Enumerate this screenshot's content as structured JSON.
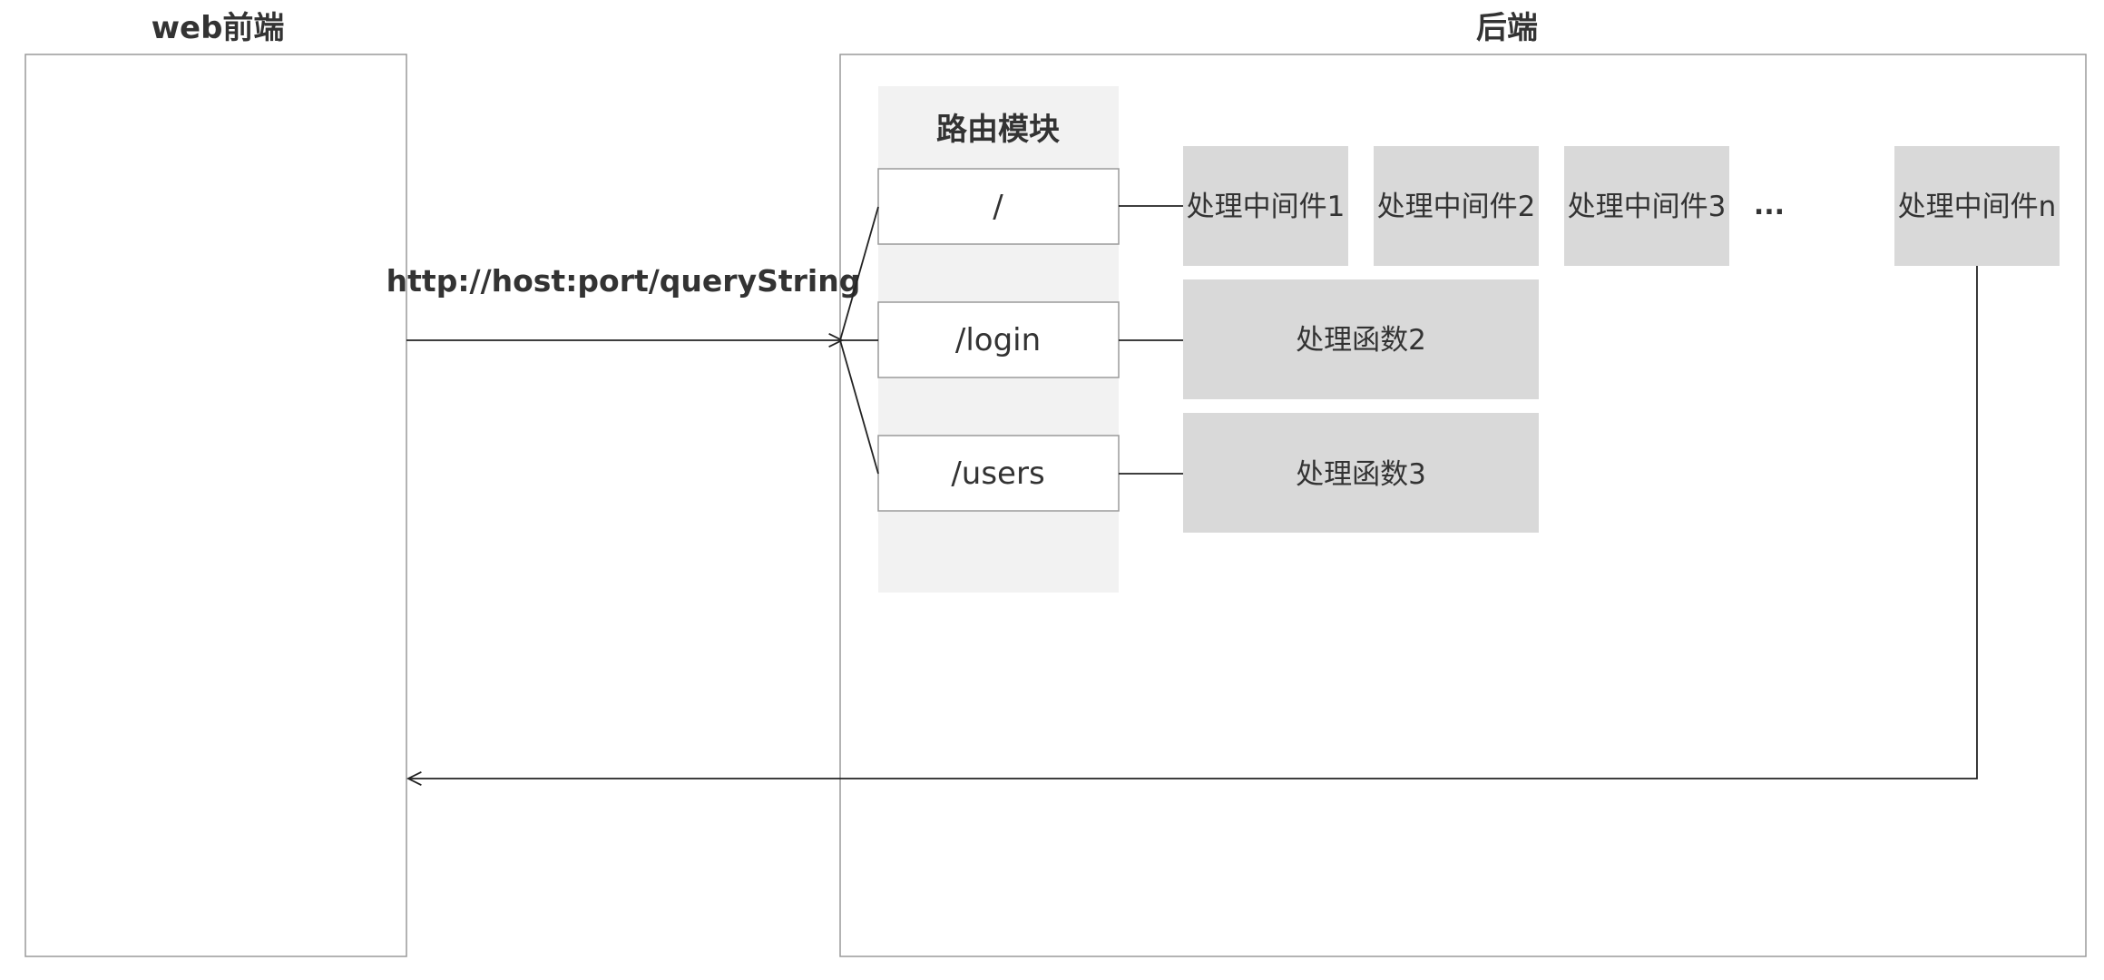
{
  "frontend": {
    "title": "web前端"
  },
  "backend": {
    "title": "后端"
  },
  "request": {
    "url": "http://host:port/queryString"
  },
  "router": {
    "title": "路由模块",
    "routes": [
      "/",
      "/login",
      "/users"
    ]
  },
  "handlers": {
    "middlewares": [
      "处理中间件1",
      "处理中间件2",
      "处理中间件3"
    ],
    "ellipsis": "...",
    "last_middleware": "处理中间件n",
    "func2": "处理函数2",
    "func3": "处理函数3"
  },
  "colors": {
    "border": "#9a9a9a",
    "router_bg": "#f2f2f2",
    "handler_bg": "#d9d9d9",
    "line": "#222222",
    "text": "#333333"
  }
}
